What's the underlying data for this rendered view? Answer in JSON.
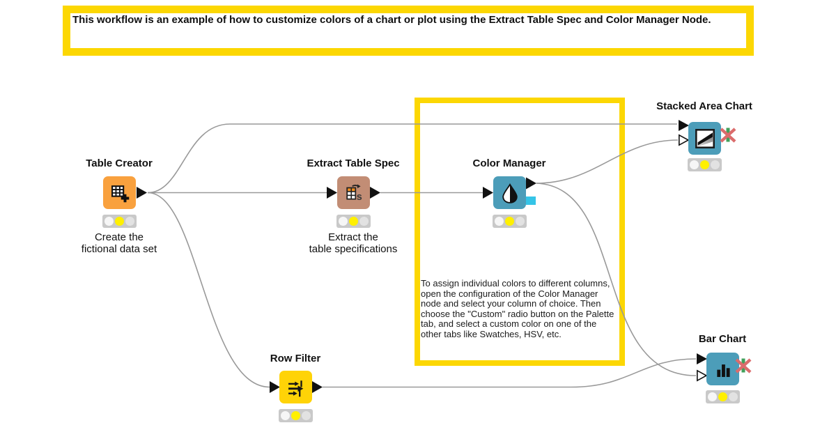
{
  "banner": {
    "text": "This workflow is an example of how to customize colors of a chart or plot using the Extract Table Spec and Color Manager Node."
  },
  "annotation": {
    "text": "To assign individual colors to different columns, open the configuration of the Color Manager node and select your column of choice. Then choose the \"Custom\" radio button on the Palette tab, and select a custom color on one of the other tabs like Swatches, HSV, etc."
  },
  "nodes": {
    "table_creator": {
      "title": "Table Creator",
      "desc1": "Create the",
      "desc2": "fictional data set",
      "status": "configured"
    },
    "extract_table_spec": {
      "title": "Extract Table Spec",
      "desc1": "Extract the",
      "desc2": "table specifications",
      "status": "configured"
    },
    "color_manager": {
      "title": "Color Manager",
      "status": "configured"
    },
    "row_filter": {
      "title": "Row Filter",
      "status": "configured"
    },
    "stacked_area_chart": {
      "title": "Stacked Area Chart",
      "status": "configured",
      "error_mark": true
    },
    "bar_chart": {
      "title": "Bar Chart",
      "status": "configured",
      "error_mark": true
    }
  },
  "icons": {
    "table_creator": "table-plus-icon",
    "extract_table_spec": "table-spec-s-icon",
    "color_manager": "droplet-icon",
    "row_filter": "filter-rows-arrows-icon",
    "stacked_area_chart": "stacked-area-icon",
    "bar_chart": "bar-chart-icon"
  },
  "colors": {
    "annotation_border": "#FCD703",
    "node_table_creator": "#F9A13E",
    "node_extract_table_spec": "#C28D75",
    "node_color_manager": "#4C9DB9",
    "node_row_filter": "#FFD307",
    "node_view": "#4C9DB9",
    "color_model_port": "#35C4E7",
    "connection": "#999999",
    "status_lit_yellow": "#FFF000",
    "error_x_red": "#DB6C6C",
    "error_x_green": "#42A05B"
  }
}
